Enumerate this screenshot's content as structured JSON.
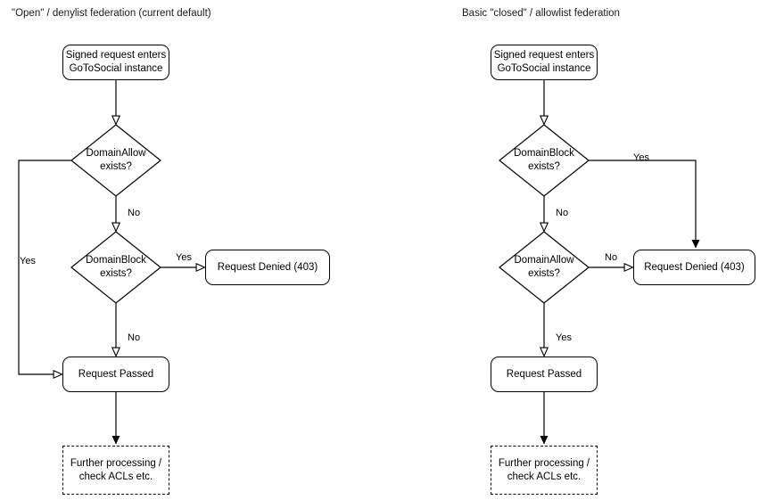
{
  "panels": [
    {
      "id": "open-denylist",
      "title": "\"Open\" / denylist federation (current default)",
      "nodes": {
        "entry": "Signed request enters\nGoToSocial instance",
        "entry_line1": "Signed request enters",
        "entry_line2": "GoToSocial instance",
        "decision1_line1": "DomainAllow",
        "decision1_line2": "exists?",
        "decision2_line1": "DomainBlock",
        "decision2_line2": "exists?",
        "denied": "Request Denied (403)",
        "passed": "Request Passed",
        "further_line1": "Further processing /",
        "further_line2": "check ACLs etc."
      },
      "edge_labels": {
        "allow_yes": "Yes",
        "allow_no": "No",
        "block_yes": "Yes",
        "block_no": "No"
      }
    },
    {
      "id": "closed-allowlist",
      "title": "Basic \"closed\" / allowlist federation",
      "nodes": {
        "entry_line1": "Signed request enters",
        "entry_line2": "GoToSocial instance",
        "decision1_line1": "DomainBlock",
        "decision1_line2": "exists?",
        "decision2_line1": "DomainAllow",
        "decision2_line2": "exists?",
        "denied": "Request Denied (403)",
        "passed": "Request Passed",
        "further_line1": "Further processing /",
        "further_line2": "check ACLs etc."
      },
      "edge_labels": {
        "block_yes": "Yes",
        "block_no": "No",
        "allow_no": "No",
        "allow_yes": "Yes"
      }
    }
  ],
  "style": {
    "stroke": "#000000",
    "background": "#ffffff",
    "text": "#000000"
  }
}
